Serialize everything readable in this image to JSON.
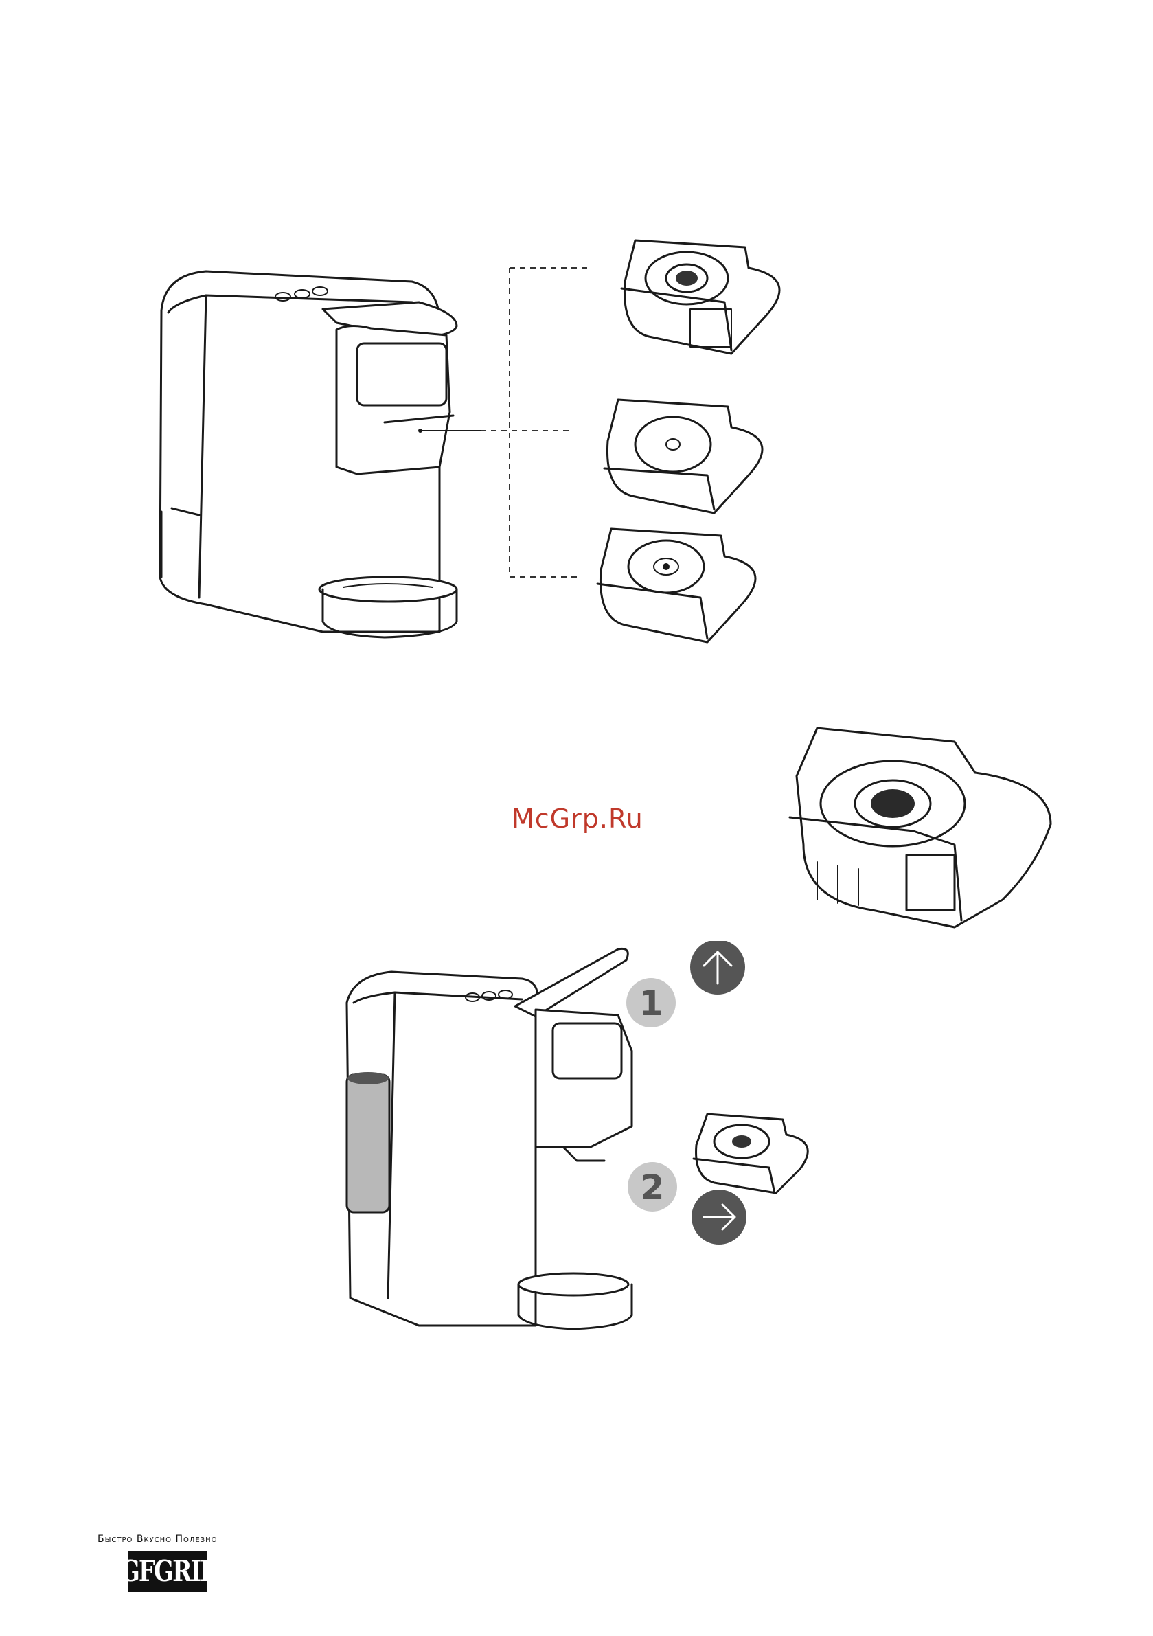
{
  "watermark": "McGrp.Ru",
  "steps": [
    {
      "number": "1",
      "arrow": "arrow-up-icon"
    },
    {
      "number": "2",
      "arrow": "arrow-right-icon"
    }
  ],
  "brand": {
    "tagline": "Быстро Вкусно Полезно",
    "logo_text": "GFGRIL"
  },
  "colors": {
    "line": "#1a1a1a",
    "step_badge": "#c8c8c8",
    "arrow_badge": "#555555",
    "watermark": "#c0392b",
    "water_tank": "#b8b8b8"
  }
}
